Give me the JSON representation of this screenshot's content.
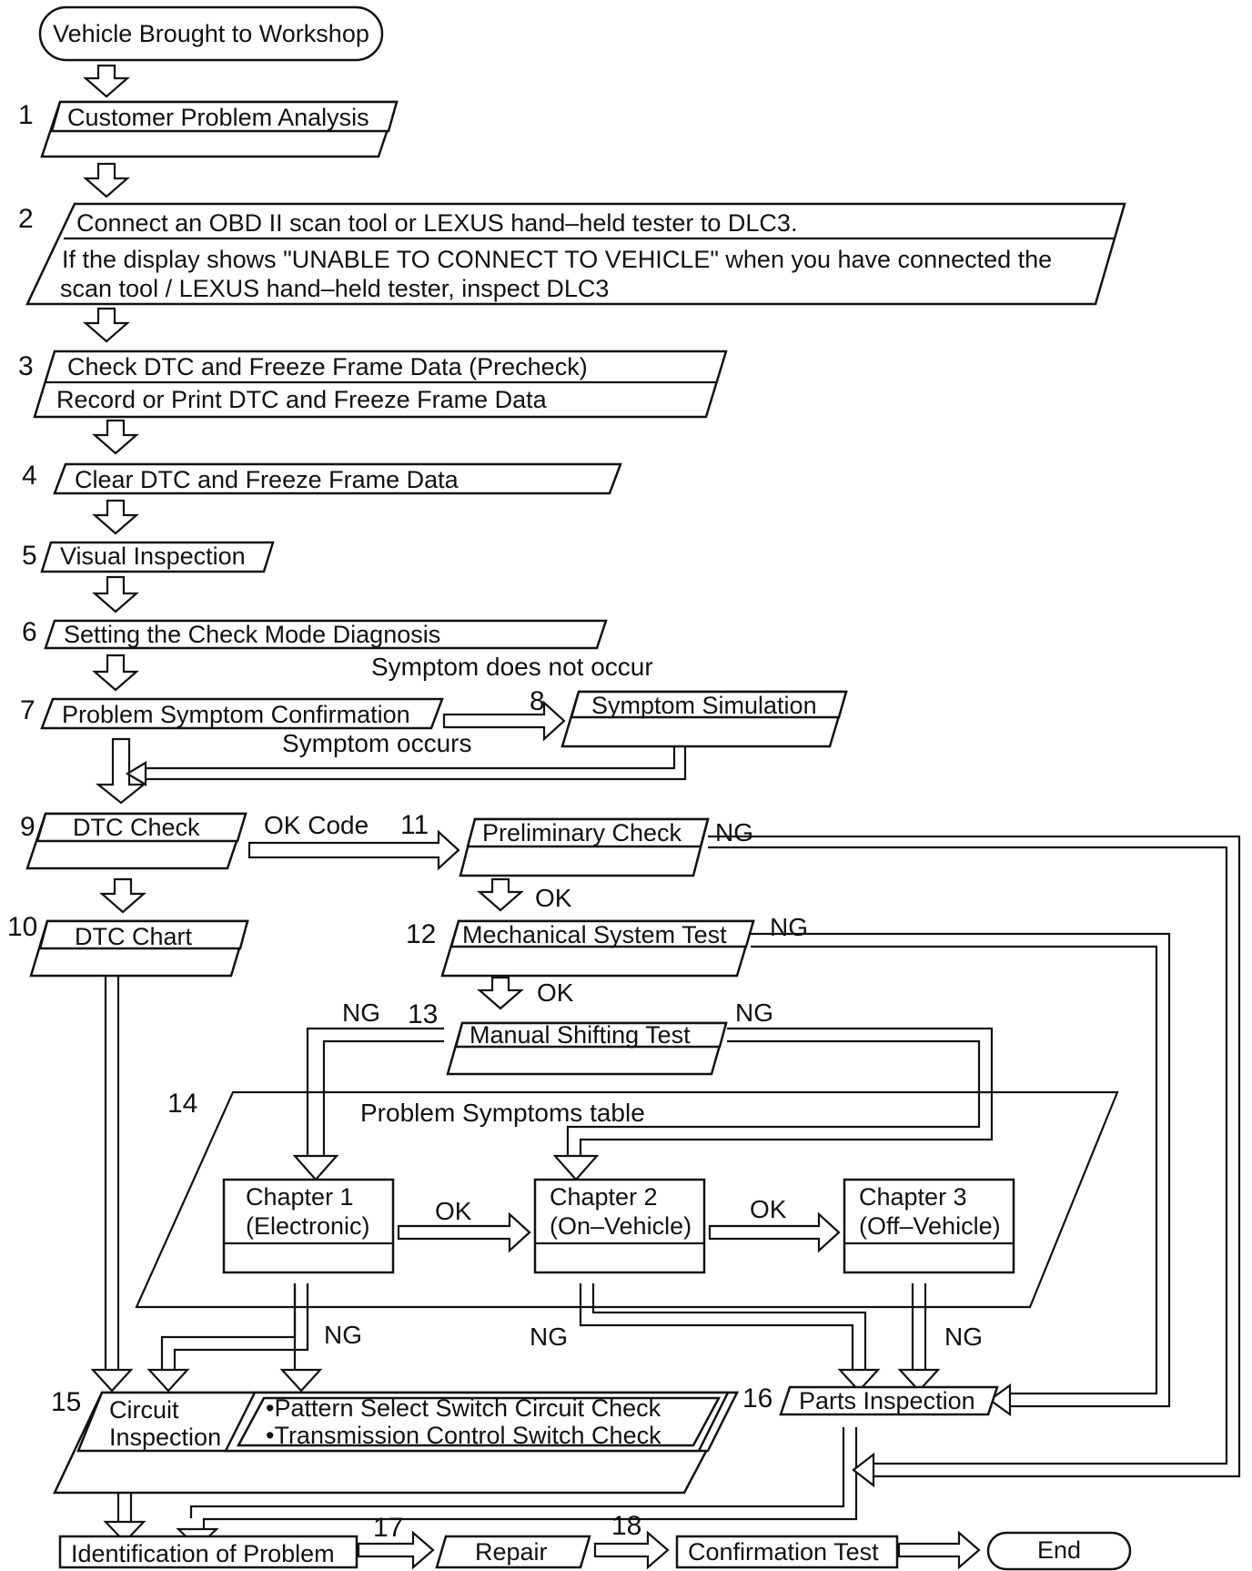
{
  "flowchart": {
    "start": "Vehicle Brought to Workshop",
    "end": "End",
    "steps": {
      "s1": {
        "number": "1",
        "text": "Customer Problem Analysis"
      },
      "s2": {
        "number": "2",
        "line1": "Connect an OBD II scan tool or LEXUS hand–held tester to DLC3.",
        "line2": "If the display shows \"UNABLE TO CONNECT TO VEHICLE\" when you have connected the",
        "line3": "scan tool / LEXUS hand–held tester, inspect DLC3"
      },
      "s3": {
        "number": "3",
        "line1": "Check DTC and Freeze Frame Data (Precheck)",
        "line2": "Record or Print DTC and Freeze Frame Data"
      },
      "s4": {
        "number": "4",
        "text": "Clear DTC and Freeze Frame Data"
      },
      "s5": {
        "number": "5",
        "text": "Visual Inspection"
      },
      "s6": {
        "number": "6",
        "text": "Setting the Check Mode Diagnosis"
      },
      "s7": {
        "number": "7",
        "text": "Problem Symptom Confirmation"
      },
      "s8": {
        "number": "8",
        "text": "Symptom Simulation"
      },
      "s9": {
        "number": "9",
        "text": "DTC Check"
      },
      "s10": {
        "number": "10",
        "text": "DTC Chart"
      },
      "s11": {
        "number": "11",
        "text": "Preliminary Check"
      },
      "s12": {
        "number": "12",
        "text": "Mechanical System Test"
      },
      "s13": {
        "number": "13",
        "text": "Manual Shifting Test"
      },
      "s14": {
        "number": "14",
        "title": "Problem Symptoms table",
        "chapter1": {
          "line1": "Chapter 1",
          "line2": "(Electronic)"
        },
        "chapter2": {
          "line1": "Chapter 2",
          "line2": "(On–Vehicle)"
        },
        "chapter3": {
          "line1": "Chapter 3",
          "line2": "(Off–Vehicle)"
        }
      },
      "s15": {
        "number": "15",
        "line1": "Circuit",
        "line2": "Inspection",
        "check1": "•Pattern Select Switch Circuit Check",
        "check2": "•Transmission Control Switch Check"
      },
      "s16": {
        "number": "16",
        "text": "Parts Inspection"
      },
      "identification": "Identification of Problem",
      "s17": {
        "number": "17",
        "text": "Repair"
      },
      "s18": {
        "number": "18",
        "text": "Confirmation Test"
      }
    },
    "labels": {
      "symptom_not_occur": "Symptom does not occur",
      "symptom_occurs": "Symptom occurs",
      "ok_code": "OK Code",
      "ok": "OK",
      "ng": "NG"
    }
  }
}
